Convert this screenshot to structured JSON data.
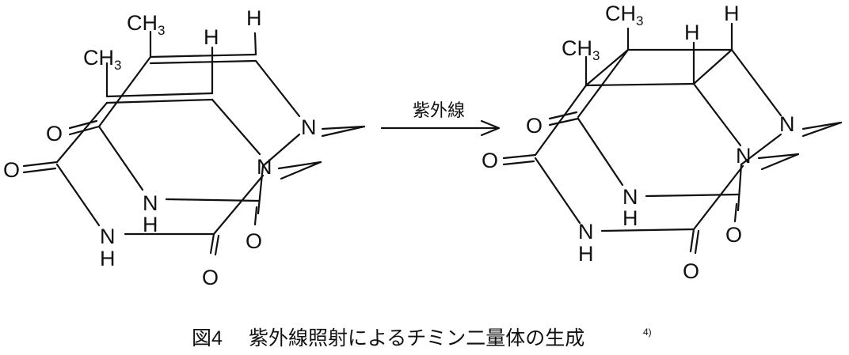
{
  "figure": {
    "caption_label": "図4",
    "caption_title": "紫外線照射によるチミン二量体の生成",
    "caption_ref": "4)",
    "arrow_label": "紫外線"
  },
  "left_molecule": {
    "methyl_top": {
      "main": "CH",
      "sub": "3"
    },
    "methyl_left": {
      "main": "CH",
      "sub": "3"
    },
    "hydrogen_top": "H",
    "hydrogen_inner": "H",
    "oxygen_upper": "O",
    "oxygen_left": "O",
    "oxygen_right": "O",
    "oxygen_bottom": "O",
    "nitrogen_right_upper": "N",
    "nitrogen_right_mid": "N",
    "nitrogen_nh_upper": "N",
    "hydrogen_nh_upper": "H",
    "nitrogen_nh_lower": "N",
    "hydrogen_nh_lower": "H"
  },
  "right_molecule": {
    "methyl_top": {
      "main": "CH",
      "sub": "3"
    },
    "methyl_left": {
      "main": "CH",
      "sub": "3"
    },
    "hydrogen_top": "H",
    "hydrogen_inner": "H",
    "oxygen_upper": "O",
    "oxygen_left": "O",
    "oxygen_right": "O",
    "oxygen_bottom": "O",
    "nitrogen_right_upper": "N",
    "nitrogen_right_mid": "N",
    "nitrogen_nh_upper": "N",
    "hydrogen_nh_upper": "H",
    "nitrogen_nh_lower": "N",
    "hydrogen_nh_lower": "H"
  }
}
